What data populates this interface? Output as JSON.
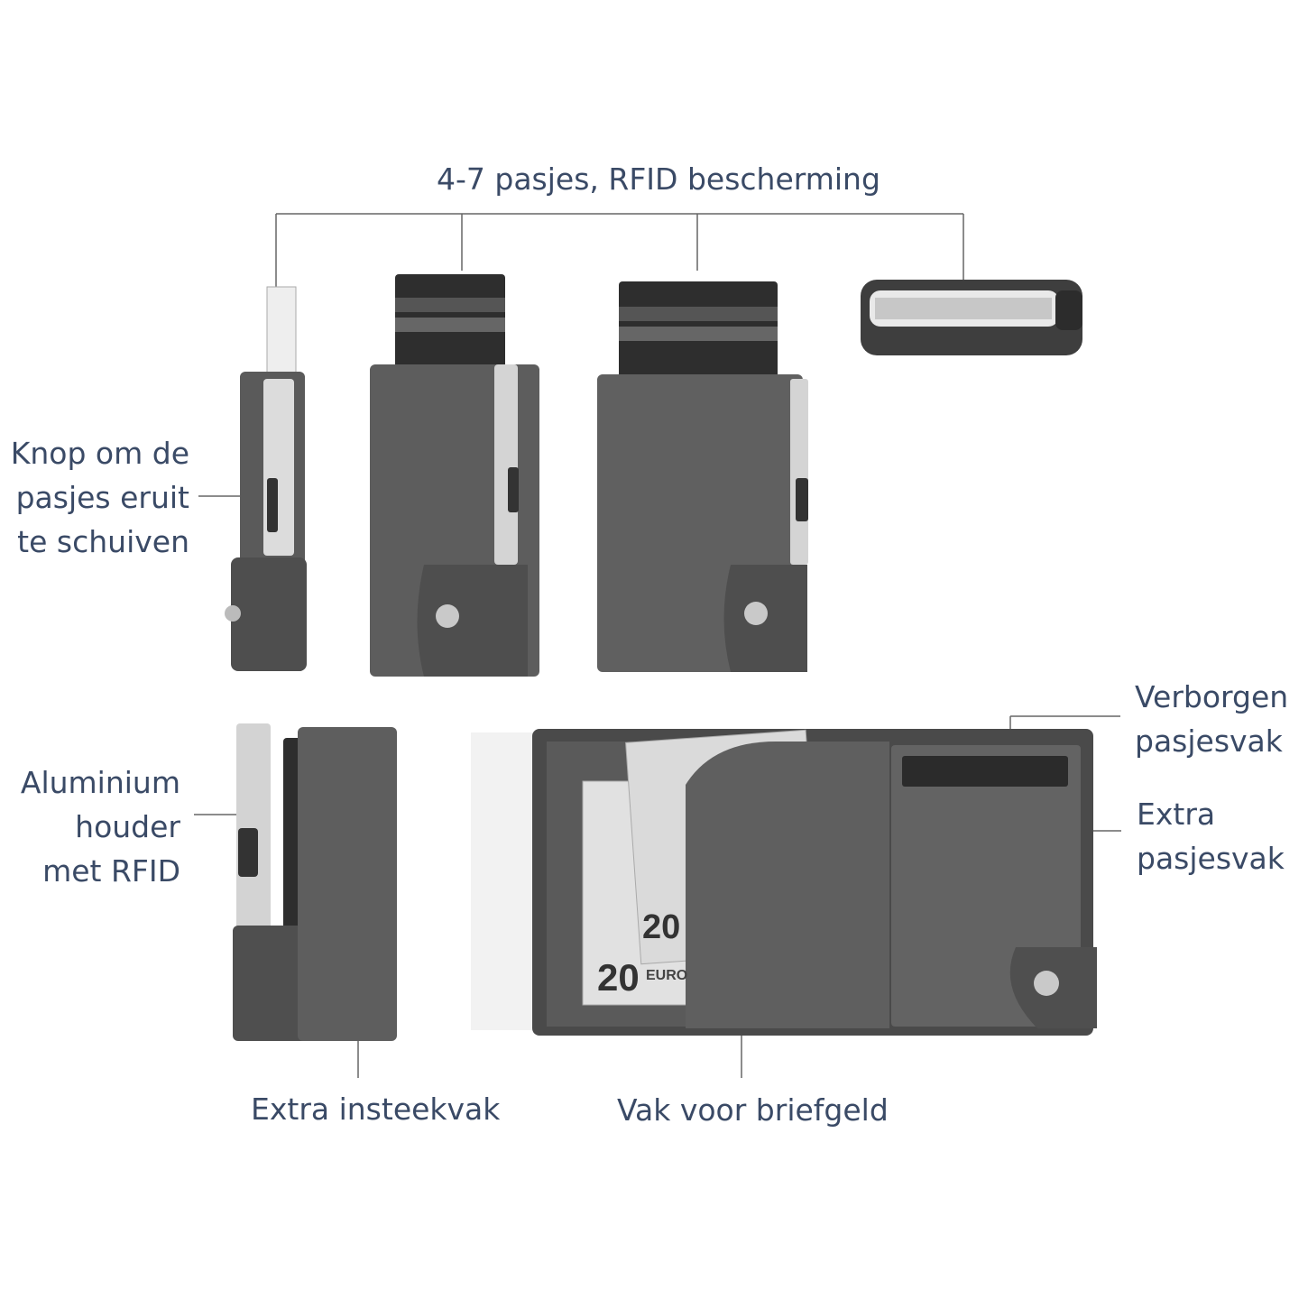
{
  "labels": {
    "top": "4-7 pasjes, RFID bescherming",
    "button": [
      "Knop om de",
      "pasjes eruit",
      "te schuiven"
    ],
    "aluminium": [
      "Aluminium",
      "houder",
      "met RFID"
    ],
    "hidden_slot": [
      "Verborgen",
      "pasjesvak"
    ],
    "extra_slot": [
      "Extra",
      "pasjesvak"
    ],
    "insert": "Extra insteekvak",
    "bills": "Vak voor briefgeld"
  },
  "banknotes": {
    "value": "20",
    "currency": "EURO"
  },
  "colors": {
    "label": "#3a4a66",
    "leather": "#5b5b5b",
    "aluminium": "#d8d8d8",
    "line": "#555555"
  }
}
